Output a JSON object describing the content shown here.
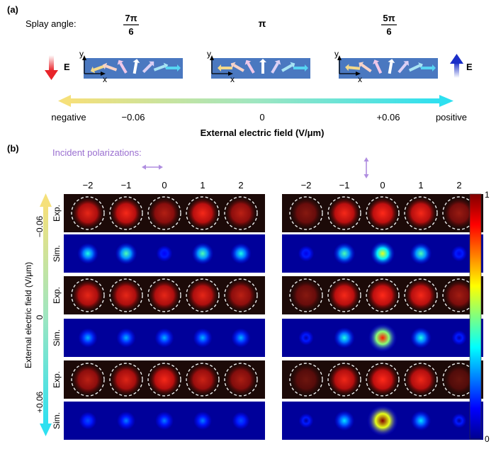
{
  "panel_a": {
    "label": "(a)",
    "splay_label": "Splay angle:",
    "angles": [
      {
        "num": "7π",
        "den": "6"
      },
      {
        "single": "π"
      },
      {
        "num": "5π",
        "den": "6"
      }
    ],
    "field_symbol": "E",
    "axis_y": "y",
    "axis_x": "x",
    "scale_left": "negative",
    "scale_ticks": [
      "−0.06",
      "0",
      "+0.06"
    ],
    "scale_right": "positive",
    "scale_title": "External electric field (V/μm)",
    "colors": {
      "negative": "#f5e07a",
      "positive": "#2ee0f0",
      "e_down": "#e8242a",
      "e_up": "#1a2ec8",
      "cell": "#4a78c0"
    }
  },
  "panel_b": {
    "label": "(b)",
    "incident_label": "Incident polarizations:",
    "orders": [
      "−2",
      "−1",
      "0",
      "1",
      "2"
    ],
    "row_labels": [
      "Exp.",
      "Sim.",
      "Exp.",
      "Sim.",
      "Exp.",
      "Sim."
    ],
    "side_axis_title": "External electric field (V/μm)",
    "side_ticks": [
      "−0.06",
      "0",
      "+0.06"
    ],
    "colorbar": {
      "max": "1",
      "min": "0"
    },
    "intensity": {
      "horizontal": {
        "exp": [
          [
            0.85,
            0.95,
            0.55,
            0.95,
            0.6
          ],
          [
            0.85,
            0.85,
            0.85,
            0.85,
            0.6
          ],
          [
            0.6,
            0.8,
            0.95,
            0.7,
            0.5
          ]
        ],
        "sim": [
          [
            0.4,
            0.45,
            0.12,
            0.45,
            0.4
          ],
          [
            0.3,
            0.3,
            0.3,
            0.3,
            0.3
          ],
          [
            0.2,
            0.25,
            0.25,
            0.25,
            0.2
          ]
        ]
      },
      "vertical": {
        "exp": [
          [
            0.3,
            0.95,
            1.0,
            0.95,
            0.4
          ],
          [
            0.3,
            0.95,
            1.0,
            0.95,
            0.45
          ],
          [
            0.15,
            0.9,
            1.0,
            0.9,
            0.1
          ]
        ],
        "sim": [
          [
            0.1,
            0.45,
            0.6,
            0.45,
            0.1
          ],
          [
            0.05,
            0.4,
            0.85,
            0.4,
            0.05
          ],
          [
            0.03,
            0.35,
            1.0,
            0.35,
            0.03
          ]
        ]
      }
    }
  }
}
